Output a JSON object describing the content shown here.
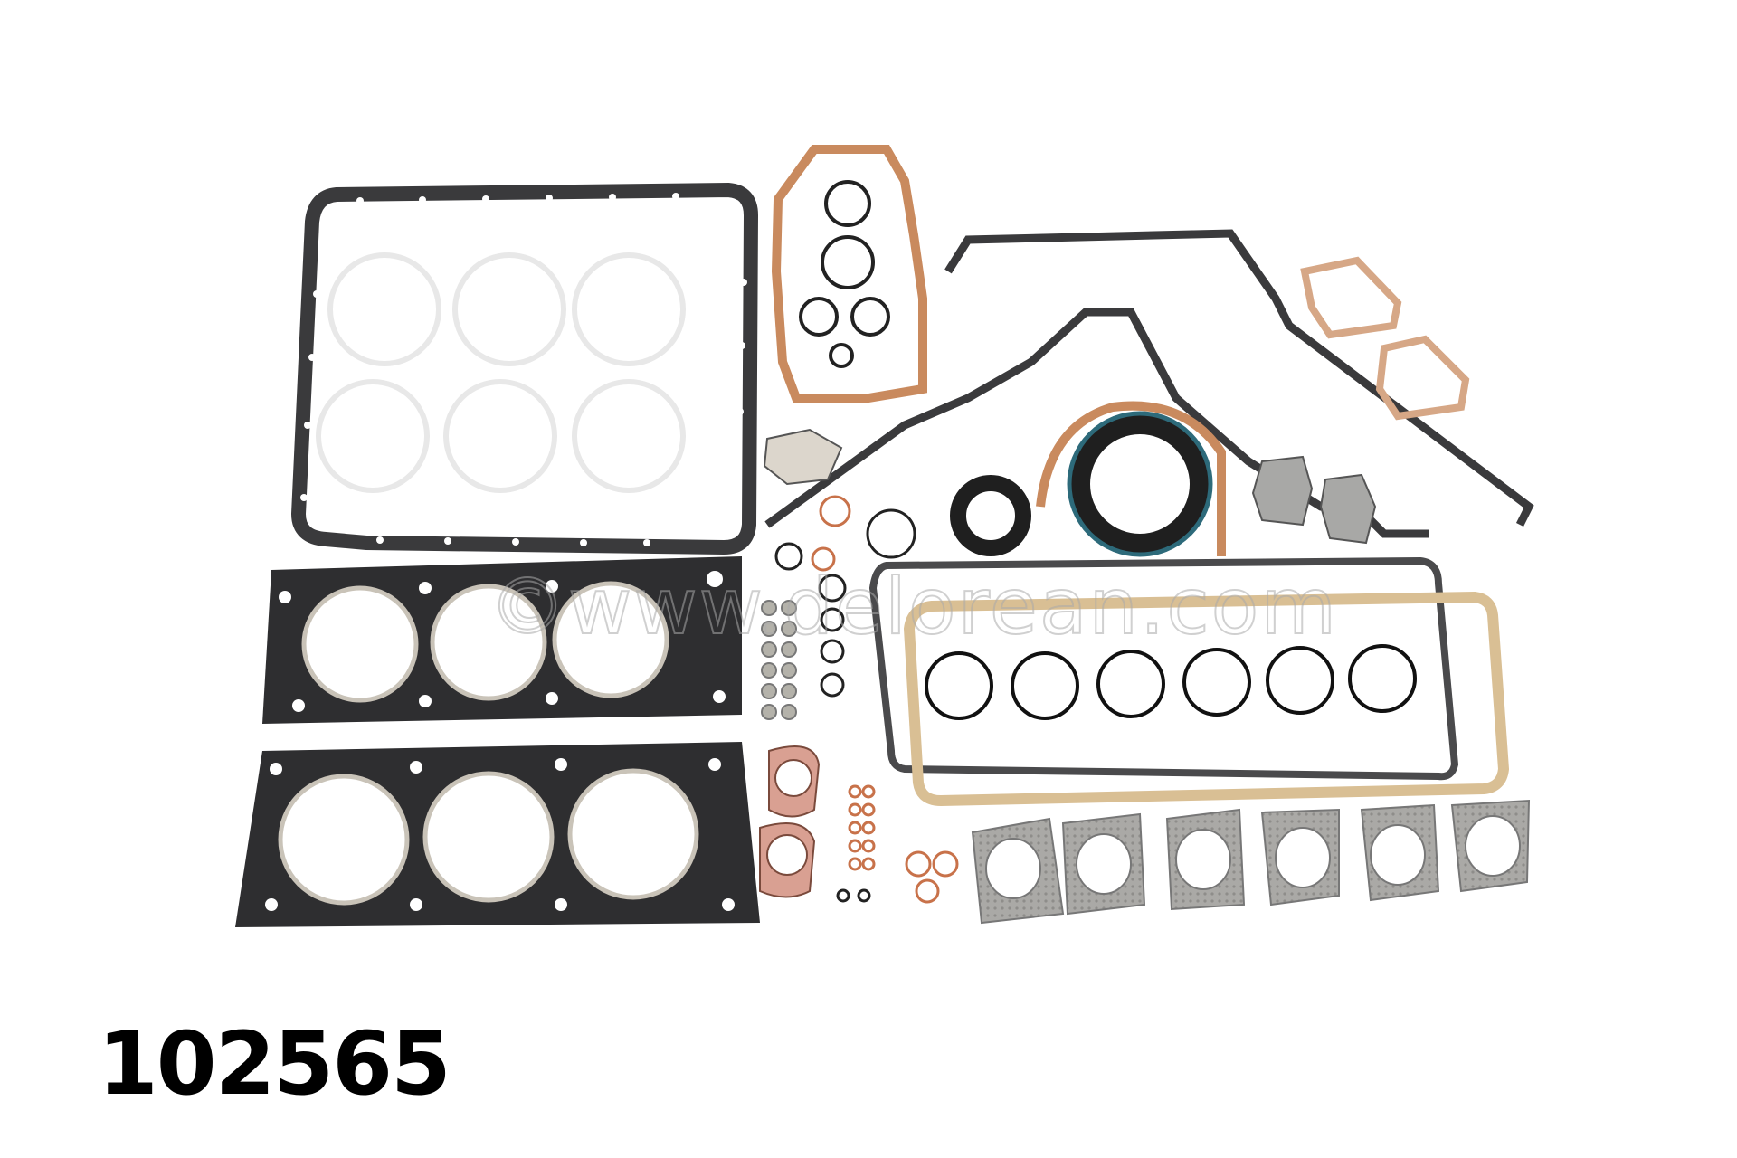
{
  "product": {
    "part_number": "102565",
    "watermark": "©www.delorean.com",
    "description": "Engine gasket set product photo"
  },
  "colors": {
    "background": "#ffffff",
    "black_gasket": "#3a3a3c",
    "copper_gasket": "#c98a5e",
    "tan_gasket": "#d9bf94",
    "steel_gasket": "#a8a8a6",
    "white_ring": "#eeeeee",
    "seal_blue": "#2d6a7a",
    "pink_gasket": "#d9a092"
  }
}
